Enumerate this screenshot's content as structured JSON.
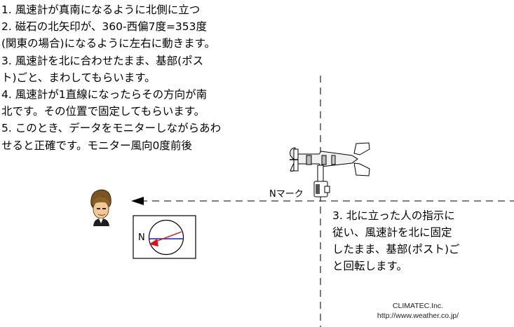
{
  "instructions": [
    "1. 風速計が真南になるように北側に立つ",
    "2. 磁石の北矢印が、360-西偏7度=353度",
    "(関東の場合)になるように左右に動きます。",
    "3. 風速計を北に合わせたまま、基部(ポス",
    "ト)ごと、まわしてもらいます。",
    "4. 風速計が1直線になったらその方向が南",
    "北です。その位置で固定してもらいます。",
    "5. このとき、データをモニターしながらあわ",
    "せると正確です。モニター風向0度前後"
  ],
  "n_mark_label": "Nマーク",
  "compass_label": "N",
  "side_note": [
    "3. 北に立った人の指示に",
    "従い、風速計を北に固定",
    "したまま、基部(ポスト)ご",
    "と回転します。"
  ],
  "credit": {
    "company": "CLIMATEC.Inc.",
    "url": "http://www.weather.co.jp/"
  },
  "colors": {
    "compass_needle_red": "#dd1111",
    "compass_needle_blue": "#1a1acc"
  }
}
